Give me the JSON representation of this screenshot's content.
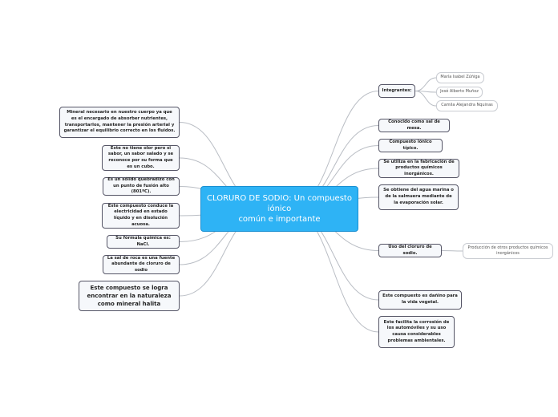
{
  "central": {
    "line1": "CLORURO DE SODIO: Un compuesto iónico",
    "line2": "común e importante"
  },
  "left_nodes": [
    "Mineral necesario en nuestro cuerpo ya que es el encargado de absorber nutrientes, transportarlos, mantener la presión arterial y garantizar el equilibrio correcto en los fluidos.",
    "Este no tiene olor pero si sabor, un sabor salado y se reconoce por su forma que es un cubo.",
    "Es un sólido quebradizo con un punto de fusión alto (801ºC).",
    "Este compuesto conduce la electricidad en estado líquido y en disolución acuosa.",
    "Su fórmula química es: NaCl.",
    "La sal de roca es una fuente abundante de cloruro de sodio",
    "Este compuesto se logra encontrar en la naturaleza como mineral halita"
  ],
  "right_nodes": [
    "Integrantes:",
    "Conocido como sal de mesa.",
    "Compuesto iónico típico.",
    "Se utiliza en la fabricación de productos químicos inorgánicos.",
    "Se obtiene del agua marina o de la salmuera mediante de la evaporación solar.",
    "Uso del cloruro de sodio.",
    "Este compuesto es dañino para la vida vegetal.",
    "Este facilita la corrosión de los automóviles y su uso causa considerables problemas ambientales."
  ],
  "members": [
    "María Isabel Zúñiga",
    "José Alberto Muñoz",
    "Camila Alejandra Nquinas"
  ],
  "use_child": "Producción de otros productos químicos inorgánicos",
  "colors": {
    "central_fill": "#2eb3f5",
    "link": "#b9bdc4"
  }
}
